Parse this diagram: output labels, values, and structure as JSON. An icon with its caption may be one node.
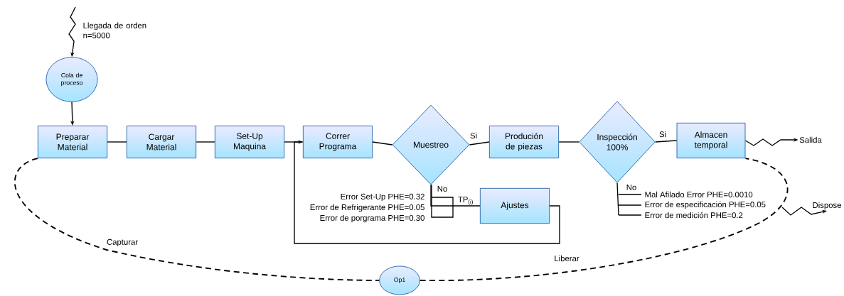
{
  "diagram": {
    "nodes": [
      {
        "text": [
          "Cola de proceso"
        ]
      },
      {
        "text": [
          "Preparar Material"
        ]
      },
      {
        "text": [
          "Cargar Material"
        ]
      },
      {
        "text": [
          "Set-Up Maquina"
        ]
      },
      {
        "text": [
          "Correr Programa"
        ]
      },
      {
        "text": [
          "Muestreo"
        ]
      },
      {
        "text": [
          "Produción de piezas"
        ]
      },
      {
        "text": [
          "Inspección 100%"
        ]
      },
      {
        "text": [
          "Almacen temporal"
        ]
      },
      {
        "text": [
          "Ajustes"
        ]
      },
      {
        "text": [
          "Op1"
        ]
      },
      {
        "text": [
          "Salida"
        ]
      },
      {
        "text": [
          "Dispose"
        ]
      }
    ],
    "edges": [
      {
        "from": null,
        "to": 0,
        "arrow": "to",
        "label": "Llegada de orden n=5000"
      },
      {
        "from": 0,
        "to": 1,
        "arrow": "to"
      },
      {
        "from": 1,
        "to": 2,
        "arrow": "none"
      },
      {
        "from": 2,
        "to": 3,
        "arrow": "none"
      },
      {
        "from": 3,
        "to": 4,
        "arrow": "none"
      },
      {
        "from": 4,
        "to": 5,
        "arrow": "none"
      },
      {
        "from": 5,
        "to": 6,
        "arrow": "none",
        "label": "Si"
      },
      {
        "from": 6,
        "to": 7,
        "arrow": "none"
      },
      {
        "from": 7,
        "to": 8,
        "arrow": "none",
        "label": "Si"
      },
      {
        "from": 8,
        "to": 11,
        "arrow": "to"
      },
      {
        "from": 5,
        "to": 9,
        "arrow": "none",
        "label": "No"
      },
      {
        "from": 9,
        "to": 4,
        "arrow": "to"
      },
      {
        "from": 7,
        "to": null,
        "arrow": "none",
        "label": "No"
      },
      {
        "from": null,
        "to": 12,
        "arrow": "to"
      },
      {
        "from": 1,
        "to": 10,
        "arrow": "none",
        "style": "dashed",
        "label": "Capturar"
      },
      {
        "from": 10,
        "to": 8,
        "arrow": "none",
        "style": "dashed",
        "label": "Liberar"
      }
    ],
    "labels": [
      "Error Set-Up PHE=0.32",
      "Error de Refrigerante PHE=0.05",
      "Error de porgrama PHE=0.30",
      "TP$_{(i)}$",
      "Mal Afilado Error PHE=0.0010",
      "Error de especificación PHE=0.05",
      "Error de medición PHE=0.2"
    ]
  }
}
